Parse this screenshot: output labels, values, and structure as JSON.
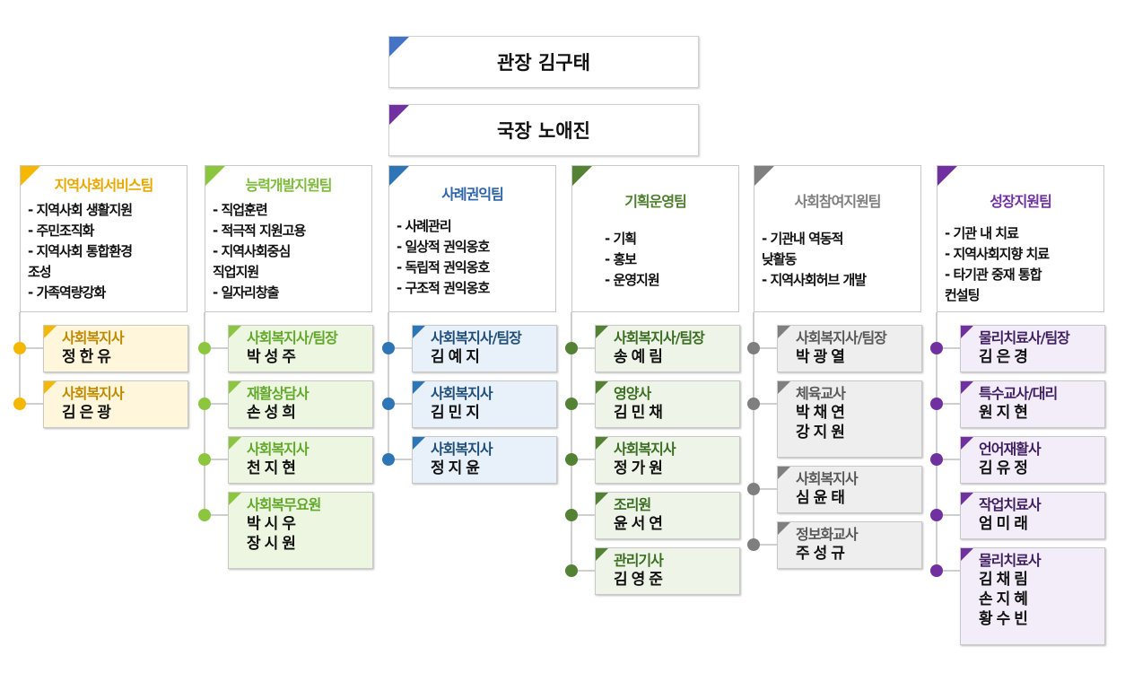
{
  "director": {
    "label": "관장 김구태",
    "color": "#4472c4"
  },
  "secretary": {
    "label": "국장 노애진",
    "color": "#7030a0"
  },
  "teams": [
    {
      "name": "지역사회서비스팀",
      "accent": "#f5b800",
      "title_color": "#e8a800",
      "card_bg": "#fff6dc",
      "role_color": "#c08a00",
      "duties": [
        "- 지역사회 생활지원",
        "- 주민조직화",
        "- 지역사회 통합환경",
        "조성",
        "- 가족역량강화"
      ],
      "staff": [
        {
          "role": "사회복지사",
          "names": [
            "정한유"
          ]
        },
        {
          "role": "사회복지사",
          "names": [
            "김은광"
          ]
        }
      ]
    },
    {
      "name": "능력개발지원팀",
      "accent": "#8cc63f",
      "title_color": "#7dbb3a",
      "card_bg": "#ecf6e0",
      "role_color": "#62a82a",
      "duties": [
        "- 직업훈련",
        "- 적극적 지원고용",
        "- 지역사회중심",
        "직업지원",
        "- 일자리창출"
      ],
      "staff": [
        {
          "role": "사회복지사/팀장",
          "names": [
            "박성주"
          ]
        },
        {
          "role": "재활상담사",
          "names": [
            "손성희"
          ]
        },
        {
          "role": "사회복지사",
          "names": [
            "천지현"
          ]
        },
        {
          "role": "사회복무요원",
          "names": [
            "박시우",
            "장시원"
          ]
        }
      ]
    },
    {
      "name": "사례권익팀",
      "accent": "#2e75b6",
      "title_color": "#2e64a8",
      "card_bg": "#e8f0fa",
      "role_color": "#1f4e79",
      "duties": [
        "- 사례관리",
        "- 일상적 권익옹호",
        "- 독립적 권익옹호",
        "- 구조적 권익옹호"
      ],
      "staff": [
        {
          "role": "사회복지사/팀장",
          "names": [
            "김예지"
          ]
        },
        {
          "role": "사회복지사",
          "names": [
            "김민지"
          ]
        },
        {
          "role": "사회복지사",
          "names": [
            "정지윤"
          ]
        }
      ]
    },
    {
      "name": "기획운영팀",
      "accent": "#548235",
      "title_color": "#4e7f2e",
      "card_bg": "#eef5e8",
      "role_color": "#3b6e22",
      "duties": [
        "- 기획",
        "- 홍보",
        "- 운영지원"
      ],
      "staff": [
        {
          "role": "사회복지사/팀장",
          "names": [
            "송예림"
          ]
        },
        {
          "role": "영양사",
          "names": [
            "김민채"
          ]
        },
        {
          "role": "사회복지사",
          "names": [
            "정가원"
          ]
        },
        {
          "role": "조리원",
          "names": [
            "윤서연"
          ]
        },
        {
          "role": "관리기사",
          "names": [
            "김영준"
          ]
        }
      ]
    },
    {
      "name": "사회참여지원팀",
      "accent": "#7f7f7f",
      "title_color": "#7f7f7f",
      "card_bg": "#eeeeee",
      "role_color": "#595959",
      "duties": [
        "- 기관내 역동적",
        "낮활동",
        "- 지역사회허브 개발"
      ],
      "staff": [
        {
          "role": "사회복지사/팀장",
          "names": [
            "박광열"
          ]
        },
        {
          "role": "체육교사",
          "names": [
            "박채연",
            "강지원"
          ]
        },
        {
          "role": "사회복지사",
          "names": [
            "심윤태"
          ]
        },
        {
          "role": "정보화교사",
          "names": [
            "주성규"
          ]
        }
      ]
    },
    {
      "name": "성장지원팀",
      "accent": "#7030a0",
      "title_color": "#7030a0",
      "card_bg": "#f2edf9",
      "role_color": "#3f1f60",
      "duties": [
        "- 기관 내 치료",
        "- 지역사회지향 치료",
        "- 타기관 중재 통합",
        "컨설팅"
      ],
      "staff": [
        {
          "role": "물리치료사/팀장",
          "names": [
            "김은경"
          ]
        },
        {
          "role": "특수교사/대리",
          "names": [
            "원지현"
          ]
        },
        {
          "role": "언어재활사",
          "names": [
            "김유정"
          ]
        },
        {
          "role": "작업치료사",
          "names": [
            "엄미래"
          ]
        },
        {
          "role": "물리치료사",
          "names": [
            "김채림",
            "손지혜",
            "황수빈"
          ]
        }
      ]
    }
  ]
}
